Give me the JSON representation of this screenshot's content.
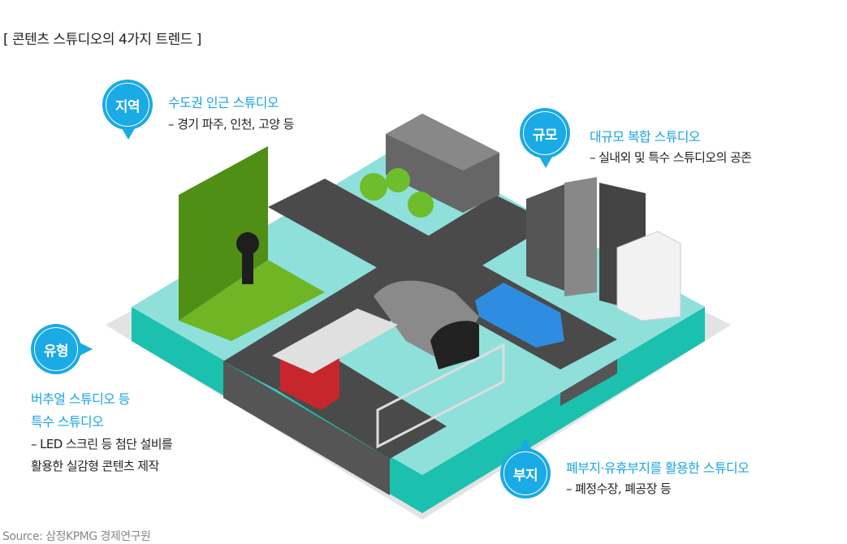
{
  "title": "[ 콘텐츠 스튜디오의 4가지 트렌드 ]",
  "colors": {
    "accent": "#1aa5e3",
    "platform_top": "#8fe0da",
    "platform_side": "#1cc0ae",
    "road": "#4a4a4a",
    "green_screen": "#5aa61a"
  },
  "trends": [
    {
      "badge": "지역",
      "headline": "수도권 인근 스튜디오",
      "details": [
        "– 경기 파주, 인천, 고양 등"
      ]
    },
    {
      "badge": "규모",
      "headline": "대규모 복합 스튜디오",
      "details": [
        "– 실내외 및 특수 스튜디오의 공존"
      ]
    },
    {
      "badge": "유형",
      "headline_lines": [
        "버추얼 스튜디오 등",
        "특수 스튜디오"
      ],
      "details": [
        "– LED 스크린 등 첨단 설비를",
        "활용한 실감형 콘텐츠 제작"
      ]
    },
    {
      "badge": "부지",
      "headline": "폐부지·유휴부지를 활용한 스튜디오",
      "details": [
        "– 폐정수장, 폐공장 등"
      ]
    }
  ],
  "source": "Source: 삼정KPMG 경제연구원"
}
